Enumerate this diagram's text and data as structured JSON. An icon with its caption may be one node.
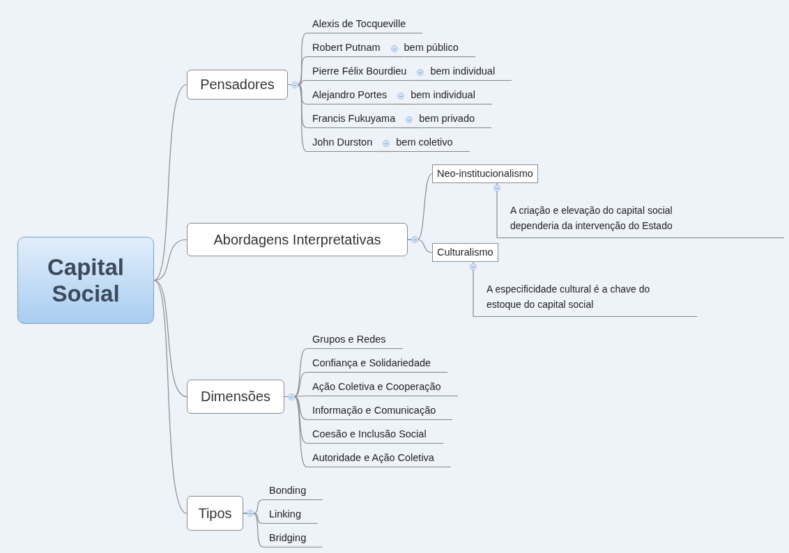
{
  "diagram": {
    "nodes": [
      {
        "text": [
          "Capital Social"
        ]
      },
      {
        "text": [
          "Pensadores"
        ]
      },
      {
        "text": [
          "Alexis de Tocqueville"
        ]
      },
      {
        "text": [
          "Robert Putnam"
        ]
      },
      {
        "text": [
          "bem público"
        ]
      },
      {
        "text": [
          "Pierre Félix Bourdieu"
        ]
      },
      {
        "text": [
          "bem individual"
        ]
      },
      {
        "text": [
          "Alejandro Portes"
        ]
      },
      {
        "text": [
          "bem individual"
        ]
      },
      {
        "text": [
          "Francis Fukuyama"
        ]
      },
      {
        "text": [
          "bem privado"
        ]
      },
      {
        "text": [
          "John Durston"
        ]
      },
      {
        "text": [
          "bem coletivo"
        ]
      },
      {
        "text": [
          "Abordagens Interpretativas"
        ]
      },
      {
        "text": [
          "Neo-institucionalismo"
        ]
      },
      {
        "text": [
          "A criação e elevação do capital social dependeria da intervenção do Estado"
        ]
      },
      {
        "text": [
          "Culturalismo"
        ]
      },
      {
        "text": [
          "A especificidade cultural é a chave do estoque do capital social"
        ]
      },
      {
        "text": [
          "Dimensões"
        ]
      },
      {
        "text": [
          "Grupos e Redes"
        ]
      },
      {
        "text": [
          "Confiança e Solidariedade"
        ]
      },
      {
        "text": [
          "Ação Coletiva e Cooperação"
        ]
      },
      {
        "text": [
          "Informação e Comunicação"
        ]
      },
      {
        "text": [
          "Coesão e Inclusão Social"
        ]
      },
      {
        "text": [
          "Autoridade e Ação Coletiva"
        ]
      },
      {
        "text": [
          "Tipos"
        ]
      },
      {
        "text": [
          "Bonding"
        ]
      },
      {
        "text": [
          "Linking"
        ]
      },
      {
        "text": [
          "Bridging"
        ]
      }
    ],
    "edges": [
      {
        "from": 0,
        "to": 1,
        "arrow": "none"
      },
      {
        "from": 0,
        "to": 13,
        "arrow": "none"
      },
      {
        "from": 0,
        "to": 18,
        "arrow": "none"
      },
      {
        "from": 0,
        "to": 25,
        "arrow": "none"
      },
      {
        "from": 1,
        "to": 2,
        "arrow": "none"
      },
      {
        "from": 1,
        "to": 3,
        "arrow": "none"
      },
      {
        "from": 1,
        "to": 5,
        "arrow": "none"
      },
      {
        "from": 1,
        "to": 7,
        "arrow": "none"
      },
      {
        "from": 1,
        "to": 9,
        "arrow": "none"
      },
      {
        "from": 1,
        "to": 11,
        "arrow": "none"
      },
      {
        "from": 3,
        "to": 4,
        "arrow": "none"
      },
      {
        "from": 5,
        "to": 6,
        "arrow": "none"
      },
      {
        "from": 7,
        "to": 8,
        "arrow": "none"
      },
      {
        "from": 9,
        "to": 10,
        "arrow": "none"
      },
      {
        "from": 11,
        "to": 12,
        "arrow": "none"
      },
      {
        "from": 13,
        "to": 14,
        "arrow": "none"
      },
      {
        "from": 13,
        "to": 16,
        "arrow": "none"
      },
      {
        "from": 14,
        "to": 15,
        "arrow": "none"
      },
      {
        "from": 16,
        "to": 17,
        "arrow": "none"
      },
      {
        "from": 18,
        "to": 19,
        "arrow": "none"
      },
      {
        "from": 18,
        "to": 20,
        "arrow": "none"
      },
      {
        "from": 18,
        "to": 21,
        "arrow": "none"
      },
      {
        "from": 18,
        "to": 22,
        "arrow": "none"
      },
      {
        "from": 18,
        "to": 23,
        "arrow": "none"
      },
      {
        "from": 18,
        "to": 24,
        "arrow": "none"
      },
      {
        "from": 25,
        "to": 26,
        "arrow": "none"
      },
      {
        "from": 25,
        "to": 27,
        "arrow": "none"
      },
      {
        "from": 25,
        "to": 28,
        "arrow": "none"
      }
    ]
  }
}
